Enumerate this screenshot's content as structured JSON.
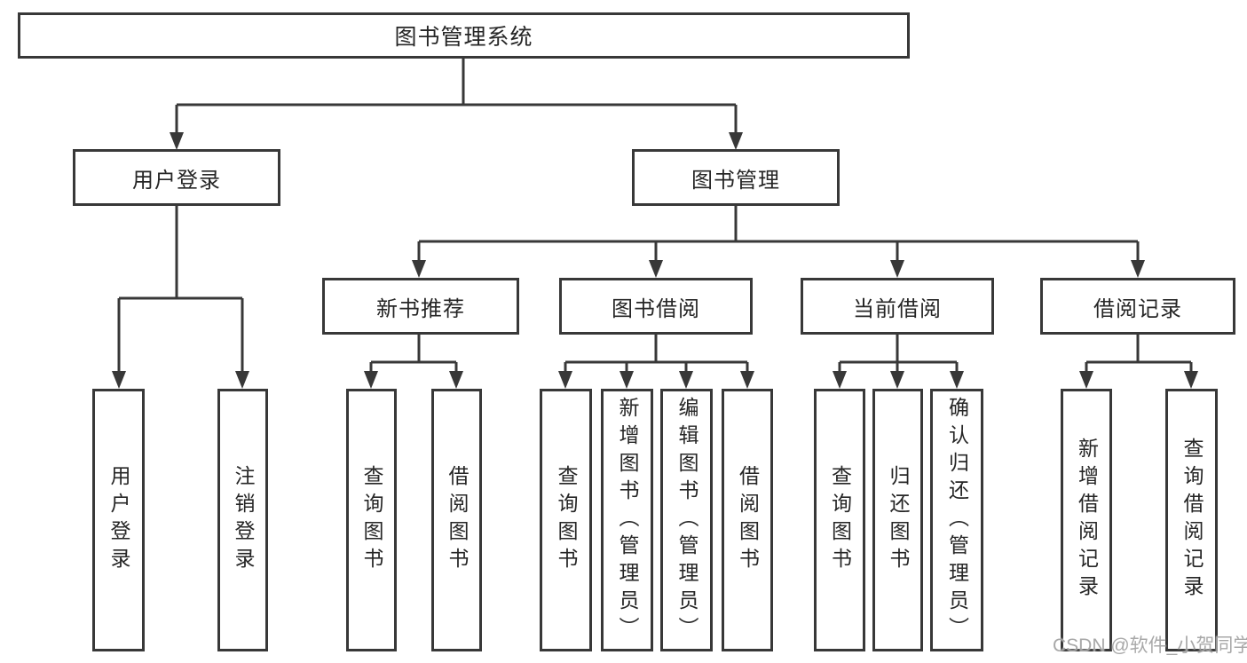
{
  "root": {
    "label": "图书管理系统"
  },
  "level2": {
    "user_login": {
      "label": "用户登录"
    },
    "book_mgmt": {
      "label": "图书管理"
    }
  },
  "level3": {
    "new_books": {
      "label": "新书推荐"
    },
    "borrowing": {
      "label": "图书借阅"
    },
    "current": {
      "label": "当前借阅"
    },
    "records": {
      "label": "借阅记录"
    }
  },
  "leaves": {
    "user_login": [
      "用户登录",
      "注销登录"
    ],
    "new_books": [
      "查询图书",
      "借阅图书"
    ],
    "borrowing": [
      "查询图书",
      "新增图书（管理员）",
      "编辑图书（管理员）",
      "借阅图书"
    ],
    "current": [
      "查询图书",
      "归还图书",
      "确认归还（管理员）"
    ],
    "records": [
      "新增借阅记录",
      "查询借阅记录"
    ]
  },
  "watermark": {
    "text": "CSDN @软件_小贺同学"
  },
  "colors": {
    "line": "#383838",
    "text": "#262626",
    "watermark": "#9e9e9e",
    "background": "#ffffff"
  }
}
